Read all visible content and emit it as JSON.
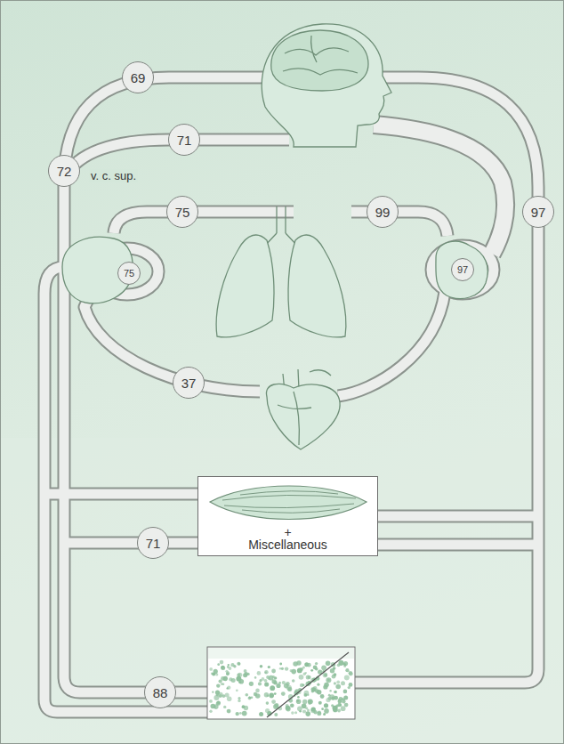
{
  "diagram": {
    "nodes": [
      {
        "text": [
          "69"
        ]
      },
      {
        "text": [
          "71"
        ]
      },
      {
        "text": [
          "72"
        ]
      },
      {
        "text": [
          "75"
        ]
      },
      {
        "text": [
          "99"
        ]
      },
      {
        "text": [
          "97"
        ]
      },
      {
        "text": [
          "75"
        ]
      },
      {
        "text": [
          "97"
        ]
      },
      {
        "text": [
          "37"
        ]
      },
      {
        "text": [
          "+",
          "Miscellaneous"
        ]
      },
      {
        "text": [
          "71"
        ]
      },
      {
        "text": [
          "88"
        ]
      }
    ],
    "labels": [
      "v. c. sup."
    ]
  }
}
